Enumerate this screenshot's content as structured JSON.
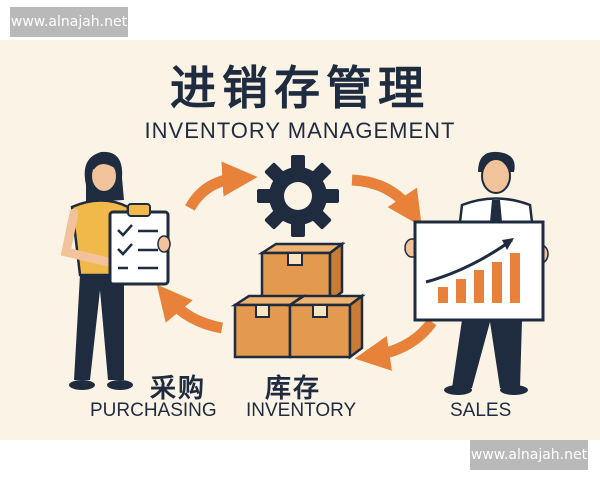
{
  "title": {
    "cn": "进销存管理",
    "en": "INVENTORY MANAGEMENT"
  },
  "stages": {
    "purchasing": {
      "cn": "采购",
      "en": "PURCHASING"
    },
    "inventory": {
      "cn": "库存",
      "en": "INVENTORY"
    },
    "sales": {
      "en": "SALES"
    }
  },
  "watermark": {
    "top": "www.alnajah.net",
    "bottom": "www.alnajah.net"
  },
  "colors": {
    "background": "#fbf4e6",
    "navy": "#1f2b3e",
    "orange": "#e8823a",
    "box": "#e39a4f",
    "shirt_yellow": "#f1b84a",
    "skin": "#f2c39a"
  },
  "icons": [
    "gear-icon",
    "cycle-arrow-icon",
    "clipboard-icon",
    "box-icon",
    "growth-chart-icon"
  ]
}
